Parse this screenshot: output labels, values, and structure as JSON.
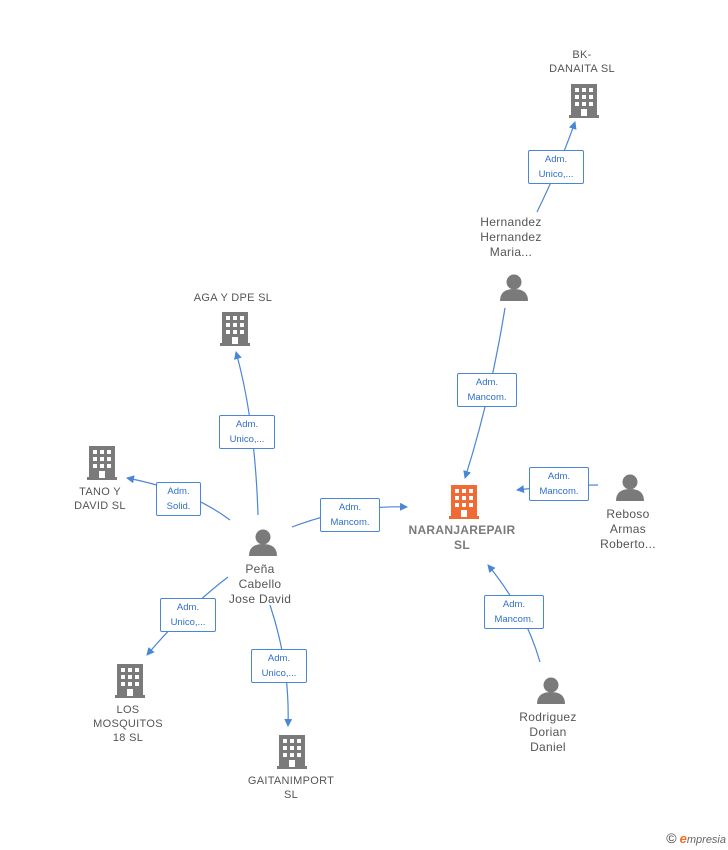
{
  "colors": {
    "edge": "#4a86d6",
    "company": "#7a7a7a",
    "focus": "#f06a35",
    "person": "#7a7a7a"
  },
  "nodes": {
    "bk_danaita": {
      "label": "BK-\nDANAITA  SL",
      "icon": "building-icon"
    },
    "hernandez": {
      "label": "Hernandez\nHernandez\nMaria...",
      "icon": "person-icon"
    },
    "aga_dpe": {
      "label": "AGA Y DPE  SL",
      "icon": "building-icon"
    },
    "tano_david": {
      "label": "TANO Y\nDAVID  SL",
      "icon": "building-icon"
    },
    "naranjarepair": {
      "label": "NARANJAREPAIR\nSL",
      "icon": "building-icon"
    },
    "reboso": {
      "label": "Reboso\nArmas\nRoberto...",
      "icon": "person-icon"
    },
    "pena": {
      "label": "Peña\nCabello\nJose David",
      "icon": "person-icon"
    },
    "los_mosquitos": {
      "label": "LOS\nMOSQUITOS\n18  SL",
      "icon": "building-icon"
    },
    "gaitanimport": {
      "label": "GAITANIMPORT\nSL",
      "icon": "building-icon"
    },
    "rodriguez": {
      "label": "Rodriguez\nDorian\nDaniel",
      "icon": "person-icon"
    }
  },
  "relations": {
    "hernandez_bk": "Adm.\nUnico,...",
    "hernandez_naranja": "Adm.\nMancom.",
    "pena_aga": "Adm.\nUnico,...",
    "pena_tano": "Adm.\nSolid.",
    "pena_naranja": "Adm.\nMancom.",
    "reboso_naranja": "Adm.\nMancom.",
    "pena_mosquitos": "Adm.\nUnico,...",
    "pena_gaitan": "Adm.\nUnico,...",
    "rodriguez_naranja": "Adm.\nMancom."
  },
  "brand": {
    "copyright": "©",
    "e": "e",
    "text": "mpresia"
  }
}
